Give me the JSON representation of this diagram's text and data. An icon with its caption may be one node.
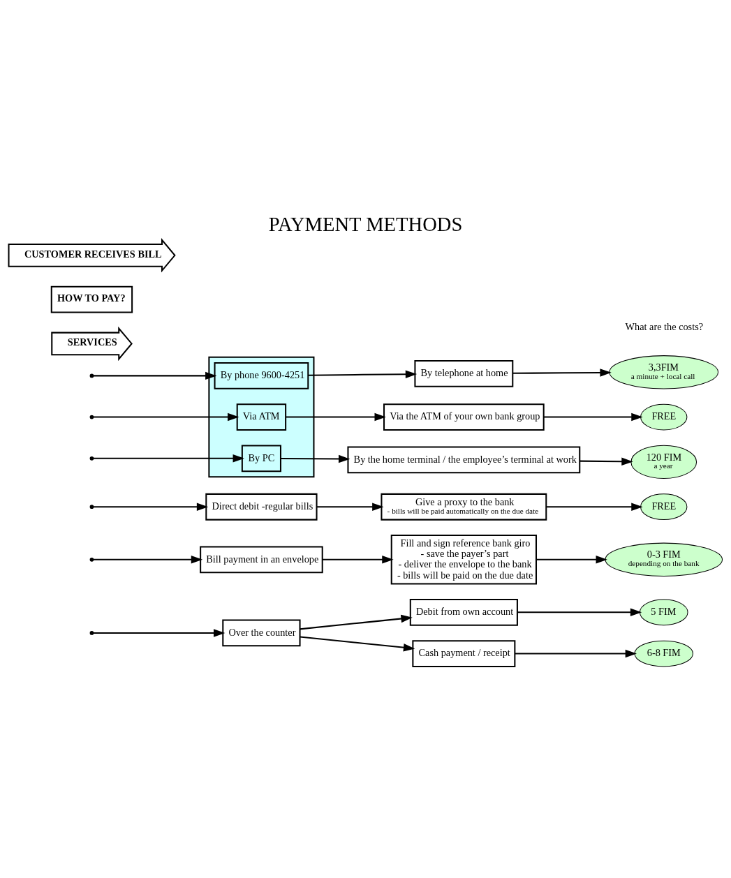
{
  "diagram": {
    "title": "PAYMENT METHODS",
    "nodes": [
      {
        "text": [
          "CUSTOMER RECEIVES BILL"
        ]
      },
      {
        "text": [
          "Over the counter"
        ]
      },
      {
        "text": [
          "Debit from own account"
        ]
      },
      {
        "text": [
          "5 FIM"
        ]
      },
      {
        "text": [
          "Cash payment / receipt"
        ]
      },
      {
        "text": [
          "6-8 FIM"
        ]
      },
      {
        "text": [
          "Bill payment in an envelope"
        ]
      },
      {
        "text": [
          "Fill and sign reference bank giro",
          "- save the payer’s part",
          "- deliver the envelope to the bank",
          "- bills will be paid on the due date"
        ]
      },
      {
        "text": [
          "0-3 FIM",
          "depending on the bank"
        ]
      },
      {
        "text": [
          "HOW TO PAY?"
        ]
      },
      {
        "text": [
          "Direct debit -regular bills"
        ]
      },
      {
        "text": [
          "Give a proxy to the bank",
          "- bills will be paid automatically on the due date"
        ]
      },
      {
        "text": [
          "FREE"
        ]
      },
      {
        "text": [],
        "shape": "box"
      },
      {
        "text": [
          "By phone 9600-4251"
        ],
        "in": 13
      },
      {
        "text": [
          "By telephone at home"
        ]
      },
      {
        "text": [
          "3,3FIM",
          "a minute + local call"
        ]
      },
      {
        "text": [
          "Via ATM"
        ],
        "in": 13
      },
      {
        "text": [
          "Via the ATM of your own bank group"
        ]
      },
      {
        "text": [
          "FREE"
        ]
      },
      {
        "text": [
          "SERVICES"
        ]
      },
      {
        "text": [
          "By PC"
        ],
        "in": 13
      },
      {
        "text": [
          "By the home terminal / the employee’s terminal at work"
        ]
      },
      {
        "text": [
          "120 FIM",
          "a year"
        ]
      }
    ],
    "edges": [
      {
        "from": null,
        "to": 1,
        "arrow": "to"
      },
      {
        "from": null,
        "to": 6,
        "arrow": "to"
      },
      {
        "from": null,
        "to": 10,
        "arrow": "to"
      },
      {
        "from": null,
        "to": 14,
        "arrow": "to"
      },
      {
        "from": null,
        "to": 17,
        "arrow": "to"
      },
      {
        "from": null,
        "to": 21,
        "arrow": "to"
      },
      {
        "from": 1,
        "to": 2,
        "arrow": "to"
      },
      {
        "from": 1,
        "to": 4,
        "arrow": "to"
      },
      {
        "from": 2,
        "to": 3,
        "arrow": "to"
      },
      {
        "from": 4,
        "to": 5,
        "arrow": "to"
      },
      {
        "from": 6,
        "to": 7,
        "arrow": "to"
      },
      {
        "from": 7,
        "to": 8,
        "arrow": "to"
      },
      {
        "from": 10,
        "to": 11,
        "arrow": "to"
      },
      {
        "from": 11,
        "to": 12,
        "arrow": "to"
      },
      {
        "from": 14,
        "to": 15,
        "arrow": "to"
      },
      {
        "from": 15,
        "to": 16,
        "arrow": "to"
      },
      {
        "from": 17,
        "to": 18,
        "arrow": "to"
      },
      {
        "from": 18,
        "to": 19,
        "arrow": "to"
      },
      {
        "from": 21,
        "to": 22,
        "arrow": "to"
      },
      {
        "from": 22,
        "to": 23,
        "arrow": "to"
      }
    ],
    "labels": [
      "What are the costs?"
    ]
  }
}
